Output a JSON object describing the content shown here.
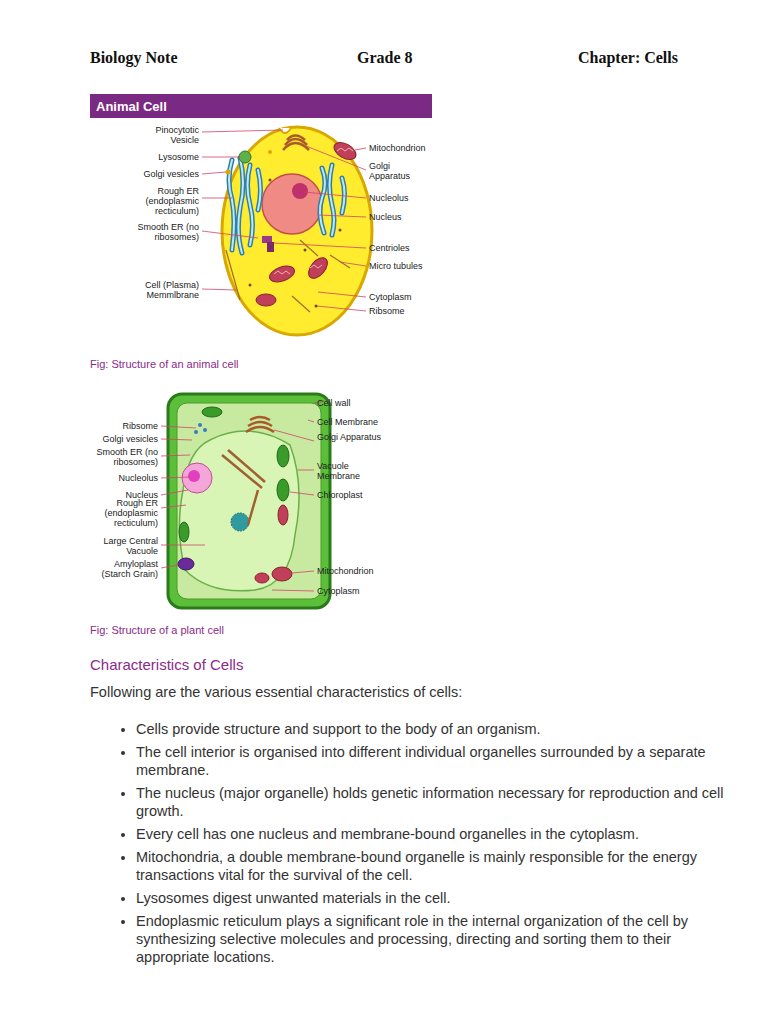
{
  "diagram": {
    "nodes": [
      {
        "text": [
          "Animal Cell"
        ]
      }
    ],
    "labels": [
      "Biology Note",
      "Grade 8",
      "Chapter: Cells",
      "Pinocytotic Vesicle",
      "Lysosome",
      "Golgi vesicles",
      "Rough ER (endoplasmic recticulum)",
      "Smooth ER (no ribosomes)",
      "Cell (Plasma) Memmlbrane",
      "Mitochondrion",
      "Golgi Apparatus",
      "Nucleolus",
      "Nucleus",
      "Centrioles",
      "Micro tubules",
      "Cytoplasm",
      "Ribsome",
      "Fig: Structure of an animal cell",
      "Cell wall",
      "Cell Membrane",
      "Golgi Apparatus",
      "Vacuole Membrane",
      "Chloroplast",
      "Mitochondrion",
      "Cytoplasm",
      "Ribsome",
      "Golgi vesicles",
      "Smooth ER (no ribosomes)",
      "Nucleolus",
      "Nucleus",
      "Rough ER (endoplasmic recticulum)",
      "Large Central Vacuole",
      "Amyloplast (Starch Grain)",
      "Fig: Structure of a plant cell",
      "Characteristics of Cells",
      "Following are the various essential characteristics of cells:",
      "Cells provide structure and support to the body of an organism.",
      "The cell interior is organised into different individual organelles surrounded by a separate membrane.",
      "The nucleus (major organelle) holds genetic information necessary for reproduction and cell growth.",
      "Every cell has one nucleus and membrane-bound organelles in the cytoplasm.",
      "Mitochondria, a double membrane-bound organelle is mainly responsible for the energy transactions vital for the survival of the cell.",
      "Lysosomes digest unwanted materials in the cell.",
      "Endoplasmic reticulum plays a significant role in the internal organization of the cell by synthesizing selective molecules and processing, directing and sorting them to their appropriate locations."
    ]
  }
}
